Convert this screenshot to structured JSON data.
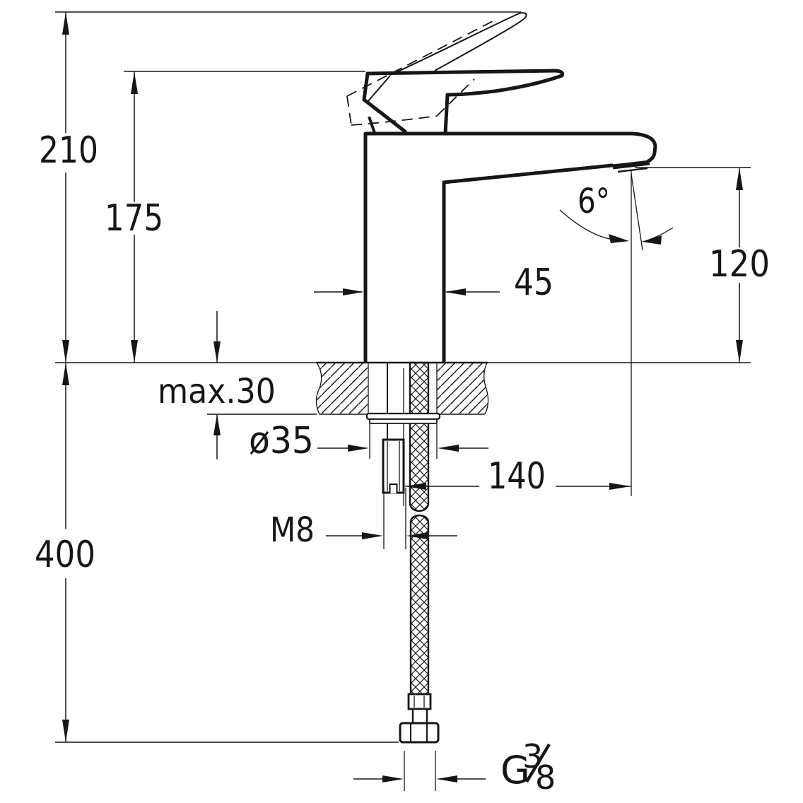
{
  "drawing": {
    "type": "faucet-installation-technical-drawing",
    "colors": {
      "line": "#161616",
      "background": "#ffffff"
    },
    "dimensions": {
      "overall_height": "210",
      "body_height": "175",
      "outlet_height": "120",
      "body_width": "45",
      "spout_angle": "6°",
      "deck_thickness": "max.30",
      "hole_diameter": "ø35",
      "spout_reach": "140",
      "fixing_stud": "M8",
      "hose_length": "400",
      "connection": {
        "label": "G3/8",
        "g": "G",
        "numerator": "3",
        "denominator": "8"
      }
    }
  }
}
